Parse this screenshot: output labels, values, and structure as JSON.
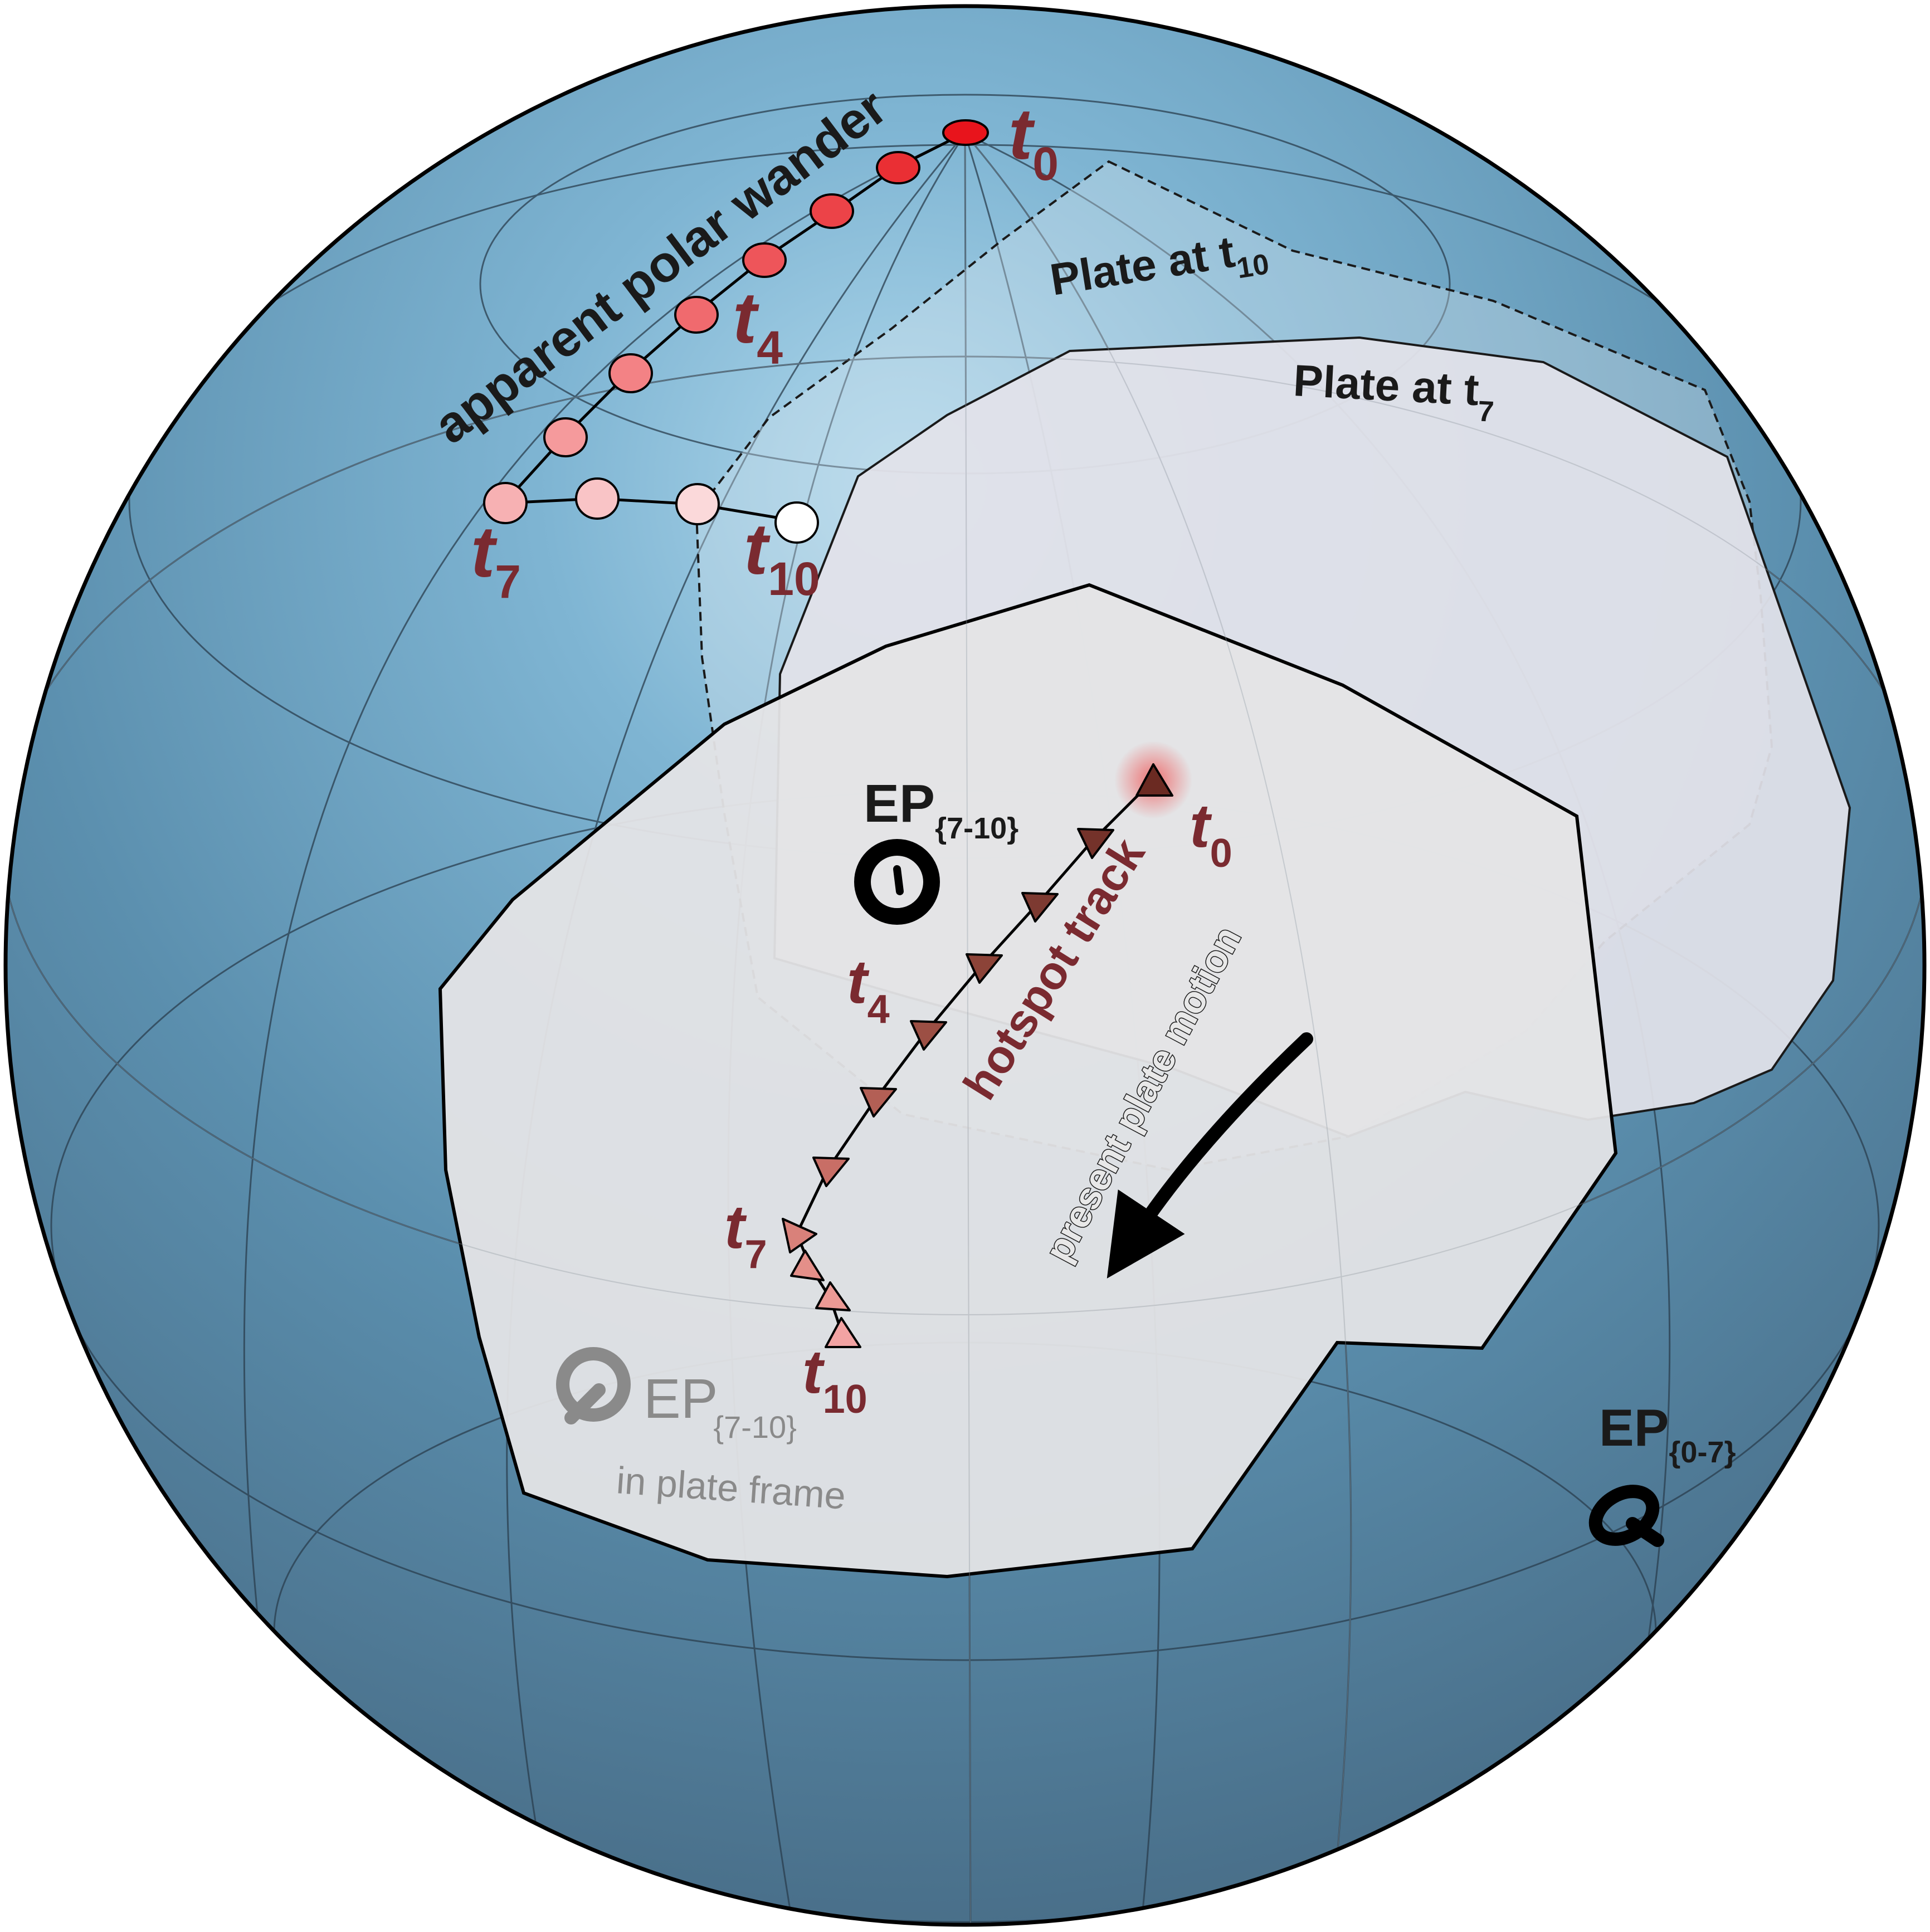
{
  "labels": {
    "apw": "apparent polar wander",
    "plate_t10": {
      "main": "Plate at t",
      "sub": "10"
    },
    "plate_t7": {
      "main": "Plate at t",
      "sub": "7"
    },
    "apw_t0": {
      "main": "t",
      "sub": "0"
    },
    "apw_t4": {
      "main": "t",
      "sub": "4"
    },
    "apw_t7": {
      "main": "t",
      "sub": "7"
    },
    "apw_t10": {
      "main": "t",
      "sub": "10"
    },
    "hs_t0": {
      "main": "t",
      "sub": "0"
    },
    "hs_t4": {
      "main": "t",
      "sub": "4"
    },
    "hs_t7": {
      "main": "t",
      "sub": "7"
    },
    "hs_t10": {
      "main": "t",
      "sub": "10"
    },
    "hotspot_track": "hotspot track",
    "plate_motion": "present plate motion",
    "ep_7_10": {
      "main": "EP",
      "sub": "{7-10}"
    },
    "ep_7_10_plate": {
      "main": "EP",
      "sub": "{7-10}",
      "note": "in plate frame"
    },
    "ep_0_7": {
      "main": "EP",
      "sub": "{0-7}"
    }
  },
  "colors": {
    "ocean": "#4d7e9c",
    "ocean_light": "#a8d0e6",
    "plate": "#e4e4e6",
    "apw_t0": "#e8141c",
    "apw_t10": "#ffffff",
    "hotspot_dark": "#6b2a22",
    "hotspot_light": "#f2a3a3",
    "label_red": "#7a2a30"
  }
}
